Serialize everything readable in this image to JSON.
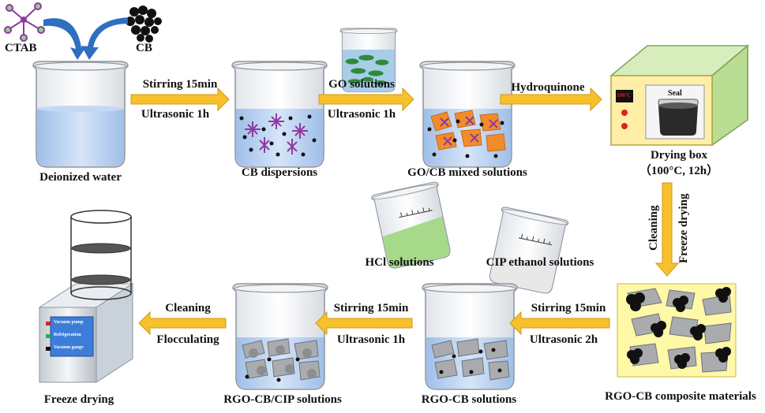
{
  "reagents": {
    "ctab": "CTAB",
    "cb": "CB"
  },
  "steps": {
    "water": "Deionized water",
    "cb_disp": "CB dispersions",
    "go_cb": "GO/CB mixed solutions",
    "drying_box": "Drying box",
    "drying_cond": "（100°C, 12h）",
    "composite": "RGO-CB composite materials",
    "rgo_cb": "RGO-CB solutions",
    "rgo_cb_cip": "RGO-CB/CIP solutions",
    "freeze": "Freeze drying"
  },
  "arrows": {
    "a1_top": "Stirring 15min",
    "a1_bot": "Ultrasonic 1h",
    "a2_top": "GO solutions",
    "a2_bot": "Ultrasonic 1h",
    "a3_top": "Hydroquinone",
    "a4_left": "Cleaning",
    "a4_right": "Freeze drying",
    "a5_top": "Stirring 15min",
    "a5_bot": "Ultrasonic 2h",
    "a6_top": "Stirring 15min",
    "a6_bot": "Ultrasonic 1h",
    "a7_top": "Cleaning",
    "a7_bot": "Flocculating"
  },
  "additives": {
    "hcl": "HCl solutions",
    "cip": "CIP ethanol solutions"
  },
  "oven": {
    "display": "100°C",
    "seal": "Seal"
  },
  "freeze_panel": {
    "line1": "Vacuum pump",
    "line2": "Refrigeration",
    "line3": "Vacuum gauge"
  },
  "colors": {
    "arrow": "#f6c12c",
    "liquid": "#b7d0f0",
    "oven_body": "#ffefa6",
    "oven_side": "#b9dd93",
    "panel": "#3d7dd8"
  }
}
